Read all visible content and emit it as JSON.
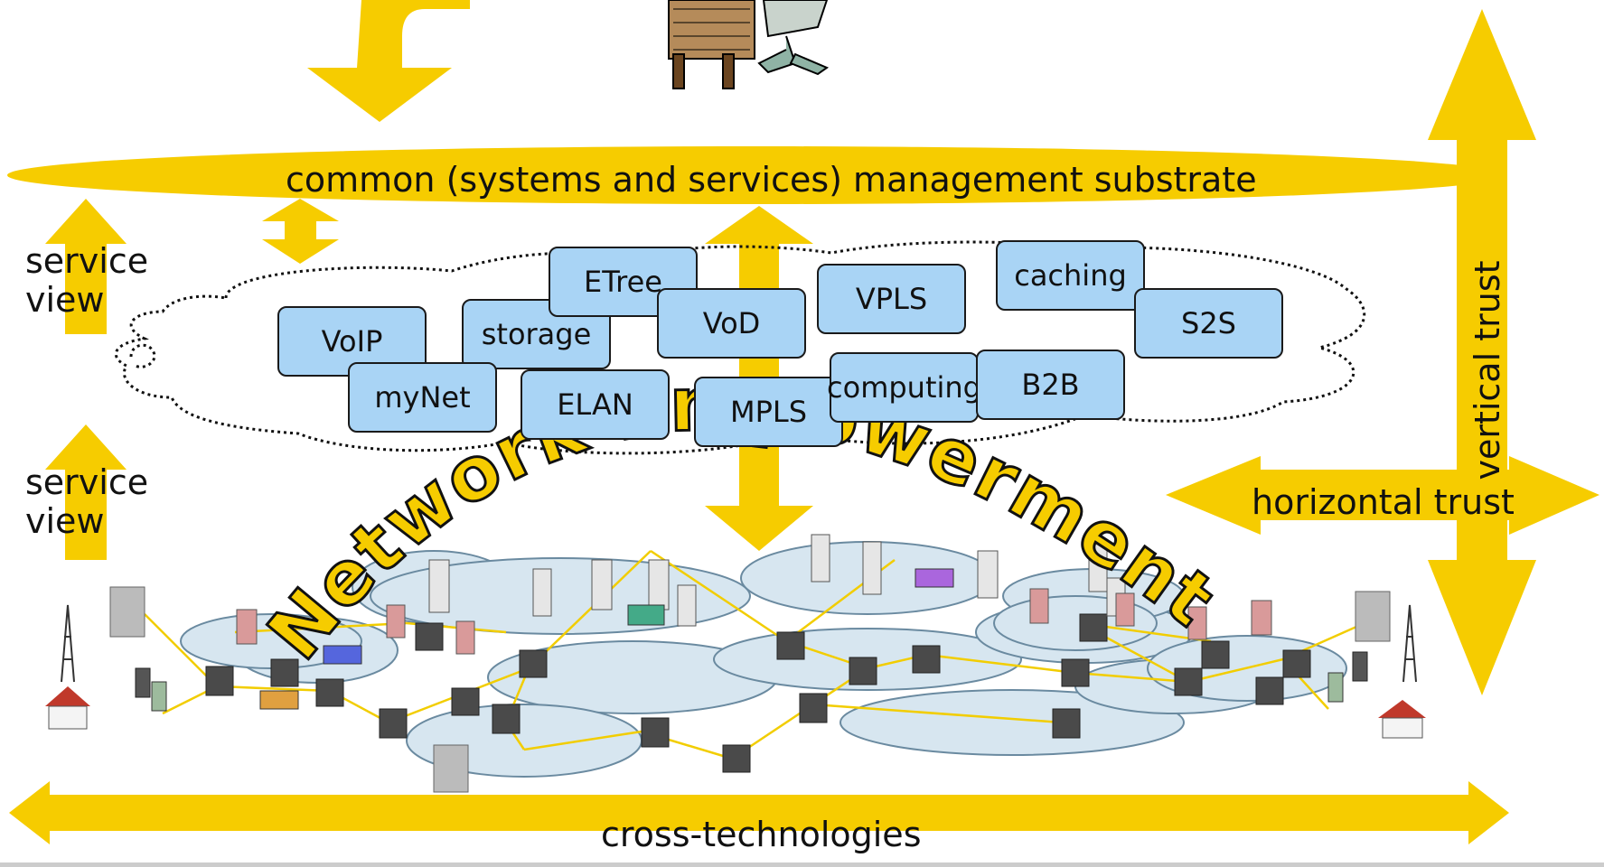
{
  "substrate_label": "common (systems and services) management substrate",
  "side_labels": {
    "top": "service\nview",
    "bottom": "service\nview"
  },
  "services": [
    "VoIP",
    "storage",
    "ETree",
    "VoD",
    "VPLS",
    "caching",
    "S2S",
    "myNet",
    "ELAN",
    "MPLS",
    "computing",
    "B2B"
  ],
  "trust": {
    "vertical": "vertical trust",
    "horizontal": "horizontal trust"
  },
  "bottom_label": "cross-technologies",
  "overlay_title": "Network Empowerment",
  "colors": {
    "arrow": "#f6cc00",
    "service_box": "#a9d4f5",
    "cloud": "#d7e6f0",
    "link": "#f2cd00"
  }
}
